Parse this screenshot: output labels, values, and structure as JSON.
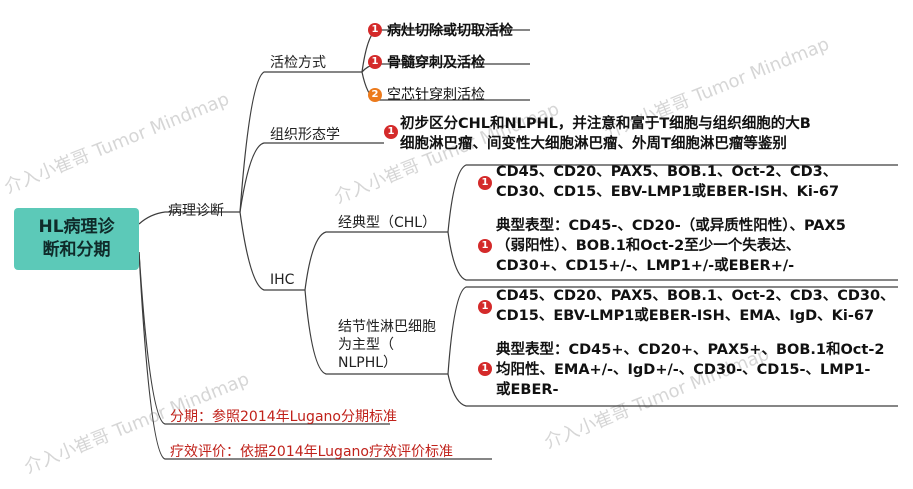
{
  "watermark": "介入小崔哥  Tumor Mindmap",
  "root": {
    "line1": "HL病理诊",
    "line2": "断和分期"
  },
  "pathology": {
    "label": "病理诊断",
    "biopsy": {
      "label": "活检方式",
      "items": [
        {
          "priority": "1",
          "text": "病灶切除或切取活检"
        },
        {
          "priority": "1",
          "text": "骨髓穿刺及活检"
        },
        {
          "priority": "2",
          "text": "空芯针穿刺活检"
        }
      ]
    },
    "morphology": {
      "label": "组织形态学",
      "priority": "1",
      "line1": "初步区分CHL和NLPHL，并注意和富于T细胞与组织细胞的大B",
      "line2": "细胞淋巴瘤、间变性大细胞淋巴瘤、外周T细胞淋巴瘤等鉴别"
    },
    "ihc": {
      "label": "IHC",
      "chl": {
        "label": "经典型（CHL）",
        "panel": {
          "priority": "1",
          "line1": "CD45、CD20、PAX5、BOB.1、Oct-2、CD3、",
          "line2": "CD30、CD15、EBV-LMP1或EBER-ISH、Ki-67"
        },
        "typical": {
          "priority": "1",
          "line1": "典型表型：CD45-、CD20-（或异质性阳性）、PAX5",
          "line2": "（弱阳性）、BOB.1和Oct-2至少一个失表达、",
          "line3": "CD30+、CD15+/-、LMP1+/-或EBER+/-"
        }
      },
      "nlphl": {
        "label_line1": "结节性淋巴细胞",
        "label_line2": "为主型（",
        "label_line3": "NLPHL）",
        "panel": {
          "priority": "1",
          "line1": "CD45、CD20、PAX5、BOB.1、Oct-2、CD3、CD30、",
          "line2": "CD15、EBV-LMP1或EBER-ISH、EMA、IgD、Ki-67"
        },
        "typical": {
          "priority": "1",
          "line1": "典型表型：CD45+、CD20+、PAX5+、BOB.1和Oct-2",
          "line2": "均阳性、EMA+/-、IgD+/-、CD30-、CD15-、LMP1-",
          "line3": "或EBER-"
        }
      }
    }
  },
  "staging": "分期：参照2014年Lugano分期标准",
  "response": "疗效评价：依据2014年Lugano疗效评价标准",
  "colors": {
    "root": "#5cc9b8",
    "priority1": "#d42a2a",
    "priority2": "#ec7a1c",
    "red_text": "#c0221b",
    "line": "#3d3d3d"
  }
}
